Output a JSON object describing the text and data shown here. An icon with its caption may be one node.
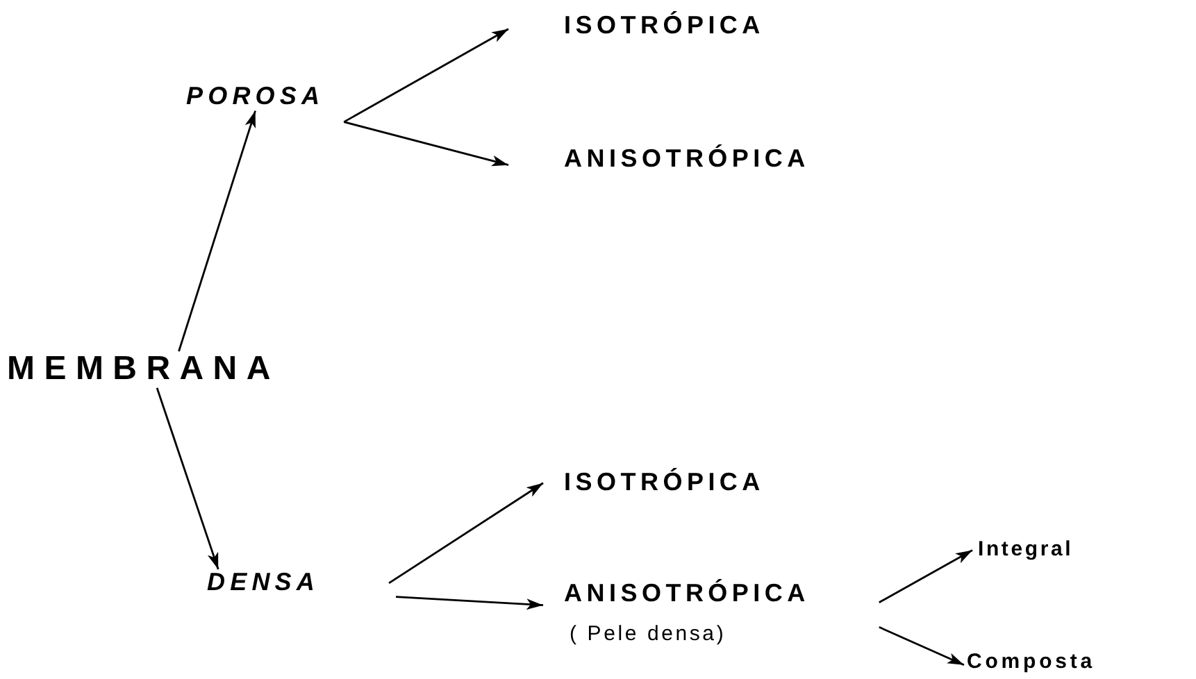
{
  "diagram": {
    "nodes": [
      {
        "text": [
          "MEMBRANA"
        ]
      },
      {
        "text": [
          "POROSA"
        ]
      },
      {
        "text": [
          "ISOTRÓPICA"
        ]
      },
      {
        "text": [
          "ANISOTRÓPICA"
        ]
      },
      {
        "text": [
          "DENSA"
        ]
      },
      {
        "text": [
          "ISOTRÓPICA"
        ]
      },
      {
        "text": [
          "ANISOTRÓPICA"
        ],
        "beside": [
          "( Pele densa)"
        ]
      },
      {
        "text": [
          "Integral"
        ]
      },
      {
        "text": [
          "Composta"
        ]
      }
    ],
    "edges": [
      {
        "from": 0,
        "to": 1,
        "arrow": "to"
      },
      {
        "from": 0,
        "to": 4,
        "arrow": "to"
      },
      {
        "from": 1,
        "to": 2,
        "arrow": "to"
      },
      {
        "from": 1,
        "to": 3,
        "arrow": "to"
      },
      {
        "from": 4,
        "to": 5,
        "arrow": "to"
      },
      {
        "from": 4,
        "to": 6,
        "arrow": "to"
      },
      {
        "from": 6,
        "to": 7,
        "arrow": "to"
      },
      {
        "from": 6,
        "to": 8,
        "arrow": "to"
      }
    ]
  }
}
